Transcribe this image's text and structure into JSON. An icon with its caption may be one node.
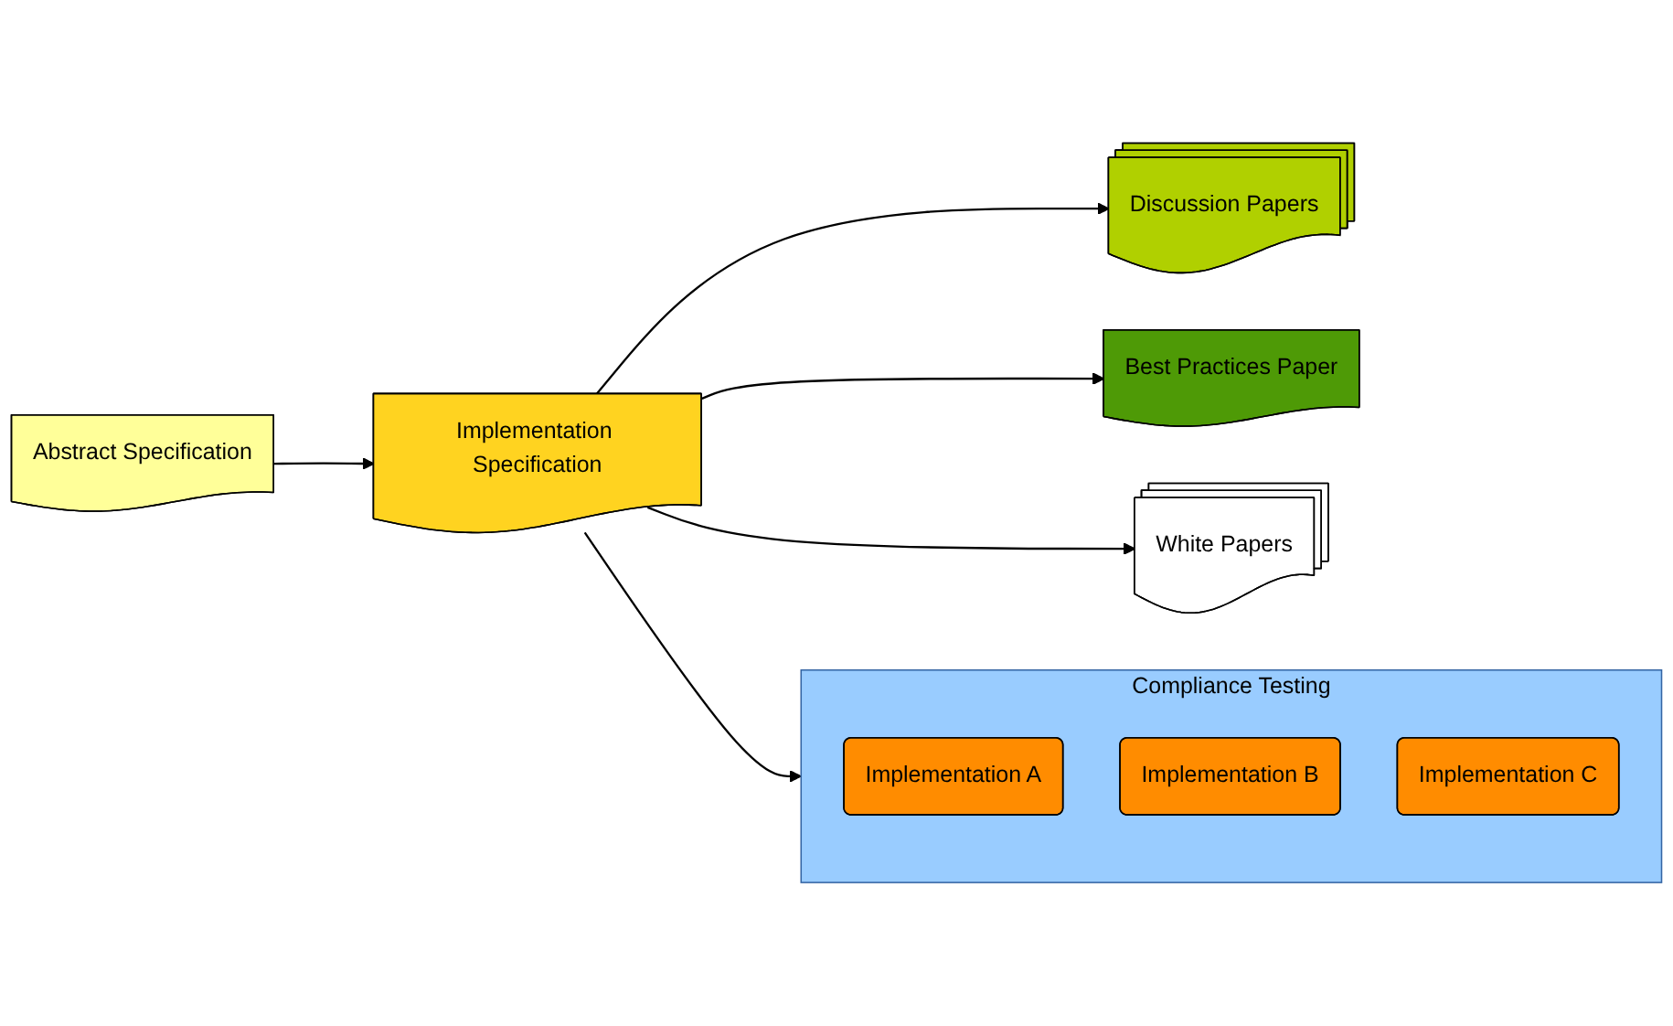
{
  "diagram": {
    "nodes": [
      {
        "text": [
          "Discussion Papers"
        ]
      },
      {
        "text": [
          "Best Practices Paper"
        ]
      },
      {
        "text": [
          "White Papers"
        ]
      },
      {
        "text": [
          "Abstract Specification"
        ]
      },
      {
        "text": [
          "Implementation Specification"
        ]
      },
      {
        "text": [
          "Compliance Testing"
        ]
      },
      {
        "text": [
          "Implementation A"
        ],
        "in": 5
      },
      {
        "text": [
          "Implementation B"
        ],
        "in": 5
      },
      {
        "text": [
          "Implementation C"
        ],
        "in": 5
      }
    ],
    "edges": [
      {
        "from": 3,
        "to": 4,
        "arrow": "to"
      },
      {
        "from": 4,
        "to": 0,
        "arrow": "to"
      },
      {
        "from": 4,
        "to": 1,
        "arrow": "to"
      },
      {
        "from": 4,
        "to": 2,
        "arrow": "to"
      },
      {
        "from": 4,
        "to": 5,
        "arrow": "to"
      }
    ]
  }
}
